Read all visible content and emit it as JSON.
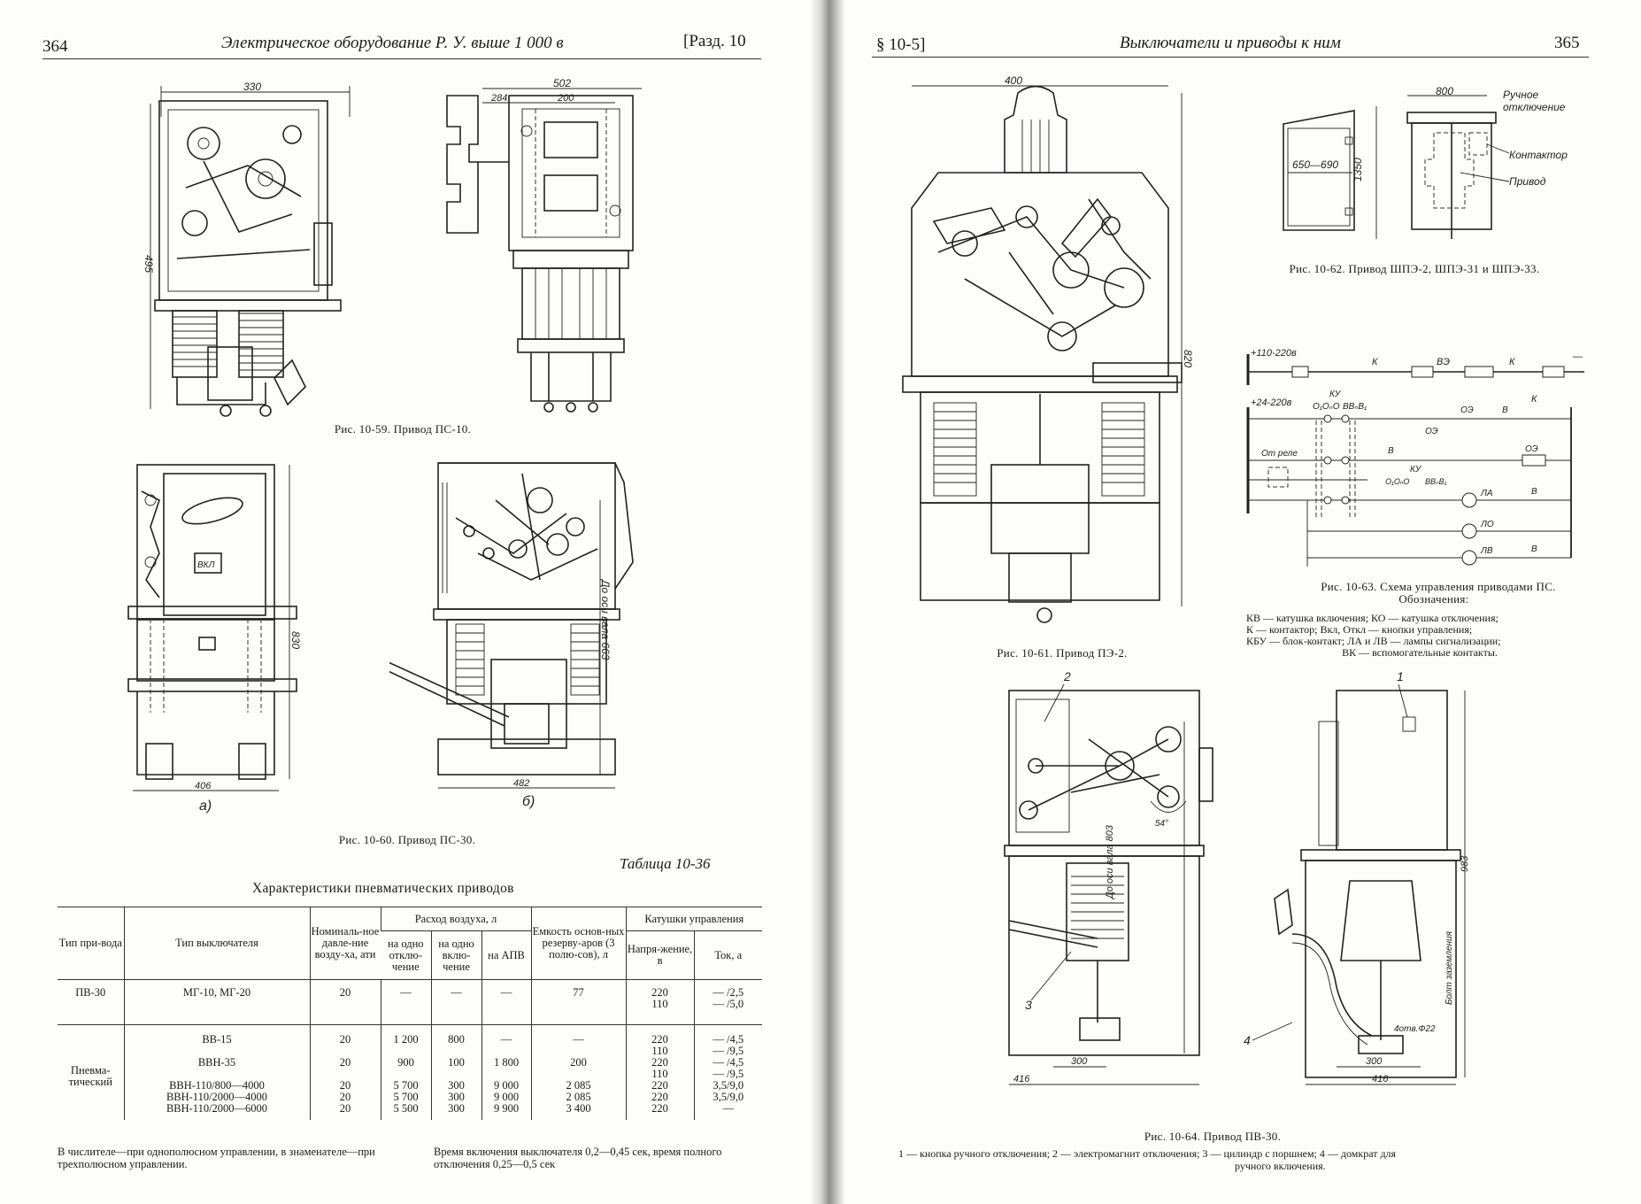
{
  "left_page": {
    "page_number": "364",
    "running_title": "Электрическое оборудование Р. У. выше 1 000 в",
    "section": "[Разд. 10",
    "fig59": {
      "caption": "Рис. 10-59. Привод ПС-10.",
      "dims": {
        "width": "330",
        "height": "495",
        "overall": "502",
        "left": "284",
        "right": "200"
      }
    },
    "fig60": {
      "caption": "Рис. 10-60. Привод ПС-30.",
      "button_label": "ВКЛ",
      "dims": {
        "a_width": "406",
        "a_height": "830",
        "b_width": "482",
        "b_axis": "До оси вала 663"
      },
      "sub_a": "а)",
      "sub_b": "б)"
    },
    "table": {
      "number": "Таблица 10-36",
      "title": "Характеристики пневматических приводов",
      "headers": {
        "drive_type": "Тип при-вода",
        "breaker_type": "Тип выключателя",
        "pressure": "Номиналь-ное давле-ние возду-ха, ати",
        "air_consumption": "Расход воздуха, л",
        "air_off": "на одно отклю-чение",
        "air_on": "на одно вклю-чение",
        "air_apv": "на АПВ",
        "capacity": "Емкость основ-ных резерву-аров (3 полю-сов), л",
        "coils": "Катушки управления",
        "voltage": "Напря-жение, в",
        "current": "Ток, а"
      },
      "rows": [
        {
          "drive_type": [
            "ПВ-30"
          ],
          "breaker": [
            "МГ-10,   МГ-20"
          ],
          "pressure": [
            "20"
          ],
          "air_off": [
            "—"
          ],
          "air_on": [
            "—"
          ],
          "air_apv": [
            "—"
          ],
          "capacity": [
            "77"
          ],
          "voltage": [
            "220",
            "110"
          ],
          "current": [
            "— /2,5",
            "— /5,0"
          ]
        },
        {
          "drive_type": [
            "Пневма-",
            "тический"
          ],
          "breaker": [
            "ВВ-15",
            "",
            "ВВН-35",
            "",
            "ВВН-110/800—4000",
            "ВВН-110/2000—4000",
            "ВВН-110/2000—6000"
          ],
          "pressure": [
            "20",
            "",
            "20",
            "",
            "20",
            "20",
            "20"
          ],
          "air_off": [
            "1 200",
            "",
            "900",
            "",
            "5 700",
            "5 700",
            "5 500"
          ],
          "air_on": [
            "800",
            "",
            "100",
            "",
            "300",
            "300",
            "300"
          ],
          "air_apv": [
            "—",
            "",
            "1 800",
            "",
            "9 000",
            "9 000",
            "9 900"
          ],
          "capacity": [
            "—",
            "",
            "200",
            "",
            "2 085",
            "2 085",
            "3 400"
          ],
          "voltage": [
            "220",
            "110",
            "220",
            "110",
            "220",
            "220",
            "220"
          ],
          "current": [
            "— /4,5",
            "— /9,5",
            "— /4,5",
            "— /9,5",
            "3,5/9,0",
            "3,5/9,0",
            "—"
          ]
        }
      ],
      "note_left": "В числителе—при однополюсном управлении, в знаменателе—при трехполюсном управлении.",
      "note_right": "Время включения выключателя 0,2—0,45 сек, время полного отключения 0,25—0,5 сек"
    }
  },
  "right_page": {
    "section": "§ 10-5]",
    "running_title": "Выключатели и приводы к ним",
    "page_number": "365",
    "fig61": {
      "caption": "Рис. 10-61. Привод ПЭ-2.",
      "dims": {
        "width": "400",
        "height": "820"
      }
    },
    "fig62": {
      "caption": "Рис. 10-62. Привод ШПЭ-2, ШПЭ-31 и ШПЭ-33.",
      "dims": {
        "width": "800",
        "depth": "650—690",
        "height": "1350"
      },
      "labels": {
        "manual": "Ручное",
        "manual2": "отключение",
        "contactor": "Контактор",
        "drive": "Привод"
      }
    },
    "fig63": {
      "caption": "Рис. 10-63. Схема управления приводами ПС.",
      "legend_title": "Обозначения:",
      "legend": [
        "КВ — катушка включения; КО — катушка отключения;",
        "К — контактор;   Вкл,   Откл — кнопки   управления;",
        "КБУ — блок-контакт; ЛА и ЛВ — лампы сигнализации;",
        "ВК — вспомогательные контакты."
      ],
      "labels": {
        "supply1": "+110-220в",
        "supply2": "+24-220в",
        "minus": "—",
        "k": "К",
        "ve": "ВЭ",
        "ku": "КУ",
        "o_contacts": "О₁ОₙО",
        "v_contacts": "ВВₙВ₁",
        "oe": "ОЭ",
        "v": "В",
        "relay": "От реле",
        "la": "ЛА",
        "lo": "ЛО",
        "lv": "ЛВ"
      }
    },
    "fig64": {
      "caption": "Рис. 10-64. Привод ПВ-30.",
      "legend_line1": "1 — кнопка ручного отключения;   2 — электромагнит отключения; 3 — цилиндр с поршнем; 4 — домкрат для",
      "legend_line2": "ручного включения.",
      "markers": [
        "1",
        "2",
        "3",
        "4"
      ],
      "dims": {
        "w1": "300",
        "w2": "416",
        "w3": "300",
        "w4": "416",
        "angle": "54°",
        "axis": "До оси вала 803",
        "height": "983",
        "bolt": "Болт заземления",
        "holes": "4отв.Ф22"
      }
    }
  }
}
